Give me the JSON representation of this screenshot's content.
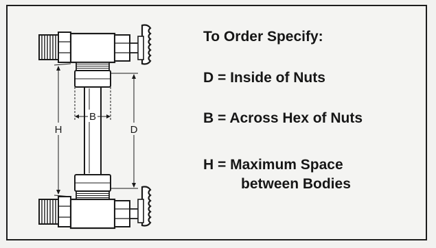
{
  "heading": "To Order Specify:",
  "specs": [
    {
      "letter": "D",
      "desc": "Inside of Nuts"
    },
    {
      "letter": "B",
      "desc": "Across Hex of Nuts"
    },
    {
      "letter": "H",
      "desc": "Maximum Space"
    }
  ],
  "h_continuation": "between Bodies",
  "separator": " = ",
  "full_lines": {
    "d": "D = Inside of Nuts",
    "b": "B = Across Hex of Nuts",
    "h": "H = Maximum Space"
  },
  "dimension_labels": {
    "b": "B",
    "d": "D",
    "h": "H"
  },
  "colors": {
    "ink": "#161616",
    "background": "#f4f4f2",
    "border": "#1c1c1c"
  }
}
